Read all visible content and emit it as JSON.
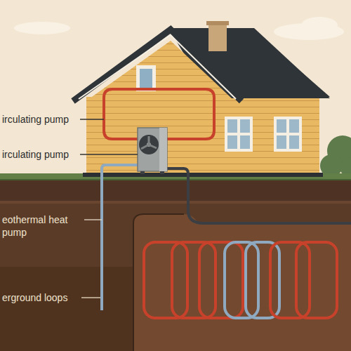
{
  "diagram": {
    "labels": [
      "irculating pump",
      "irculating pump",
      "eothermal heat pump",
      "erground loops"
    ]
  }
}
